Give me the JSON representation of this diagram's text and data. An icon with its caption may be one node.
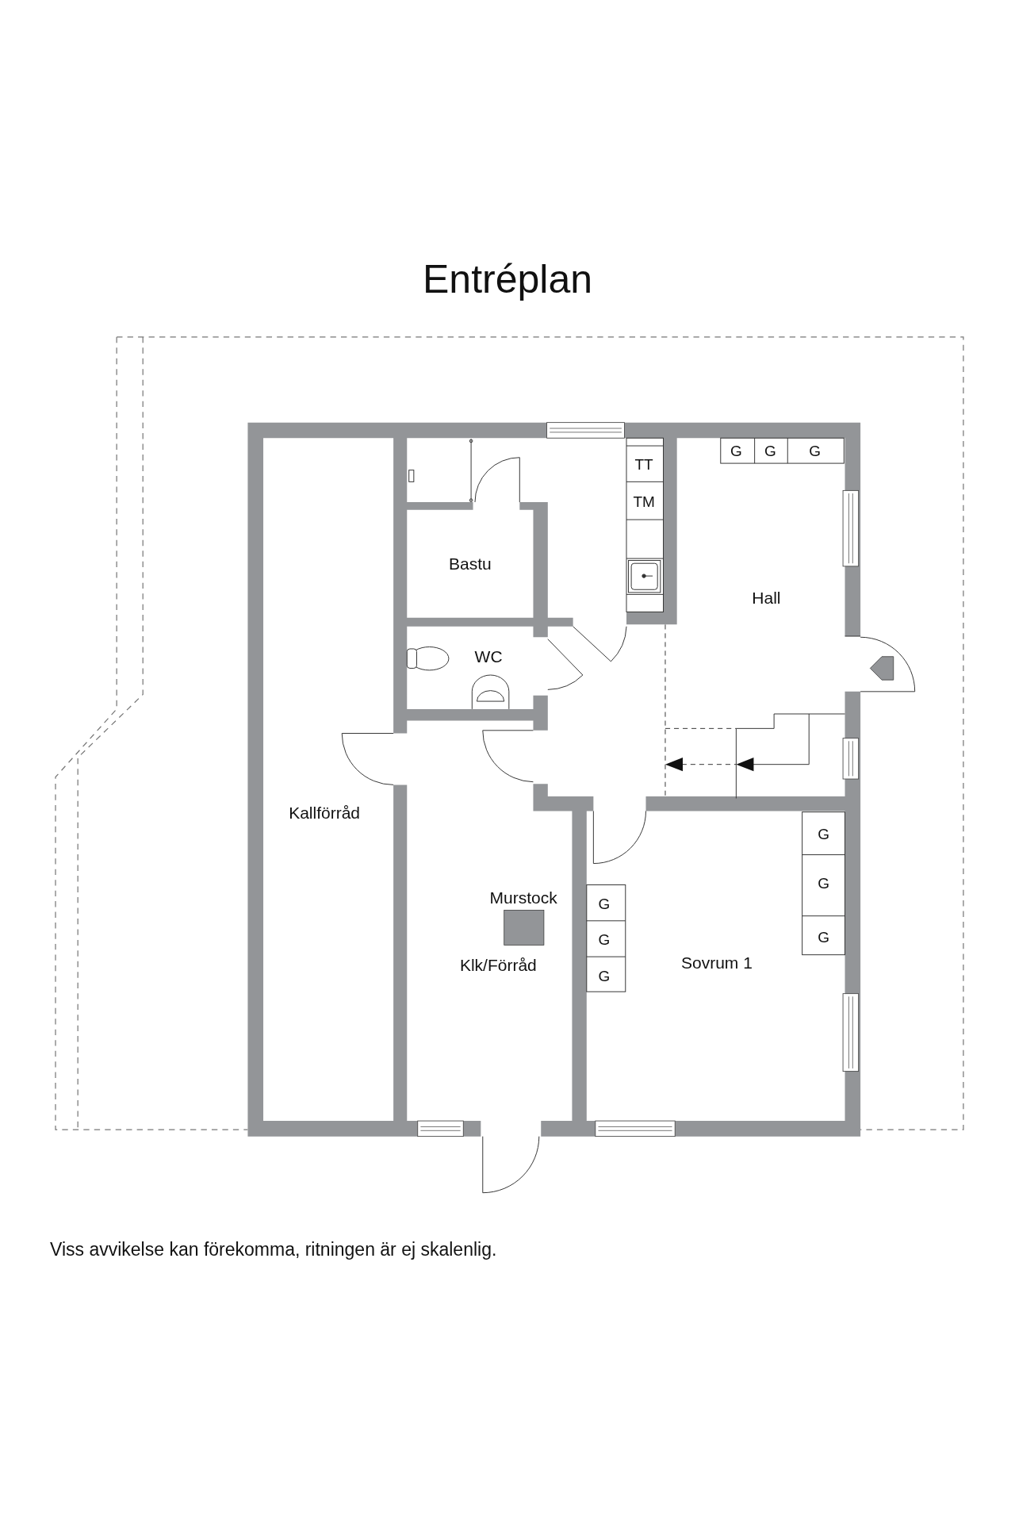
{
  "diagram": {
    "title": "Entréplan",
    "caption": "Viss avvikelse kan förekomma, ritningen är ej skalenlig.",
    "labels": [
      "G",
      "G",
      "G",
      "TT",
      "TM",
      "Bastu",
      "Hall",
      "WC",
      "Kallförråd",
      "G",
      "G",
      "Murstock",
      "G",
      "G",
      "G",
      "Sovrum 1",
      "Klk/Förråd",
      "G"
    ]
  }
}
